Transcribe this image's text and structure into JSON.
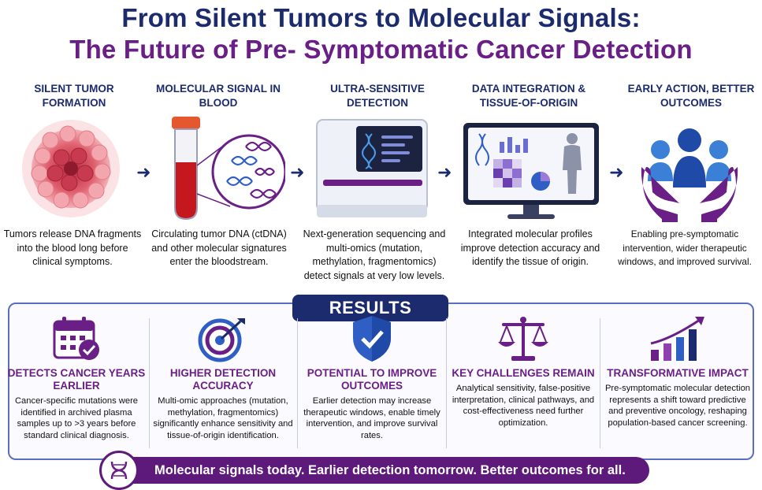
{
  "title": {
    "line1": "From Silent Tumors to Molecular Signals:",
    "line2": "The Future of Pre- Symptomatic Cancer Detection"
  },
  "stages": [
    {
      "heading": "SILENT TUMOR FORMATION",
      "icon": "tumor-cells-icon",
      "text": "Tumors release DNA fragments into the blood long before clinical symptoms."
    },
    {
      "heading": "MOLECULAR SIGNAL IN BLOOD",
      "icon": "blood-tube-dna-icon",
      "text": "Circulating tumor DNA (ctDNA) and other molecular signatures enter the bloodstream."
    },
    {
      "heading": "ULTRA-SENSITIVE DETECTION",
      "icon": "sequencer-icon",
      "text": "Next-generation sequencing and multi-omics (mutation, methylation, fragmentomics) detect signals at very low levels."
    },
    {
      "heading": "DATA INTEGRATION & TISSUE-OF-ORIGIN",
      "icon": "monitor-analytics-icon",
      "text": "Integrated molecular profiles improve detection accuracy and identify the tissue of origin."
    },
    {
      "heading": "EARLY ACTION, BETTER OUTCOMES",
      "icon": "people-hands-icon",
      "text": "Enabling pre-symptomatic intervention, wider therapeutic windows, and improved survival."
    }
  ],
  "results": {
    "label": "RESULTS",
    "items": [
      {
        "heading": "DETECTS CANCER YEARS EARLIER",
        "icon": "calendar-check-icon",
        "text": "Cancer-specific mutations were identified in archived plasma samples up to >3 years before standard clinical diagnosis."
      },
      {
        "heading": "HIGHER DETECTION ACCURACY",
        "icon": "target-icon",
        "text": "Multi-omic approaches (mutation, methylation, fragmentomics) significantly enhance sensitivity and tissue-of-origin identification."
      },
      {
        "heading": "POTENTIAL TO IMPROVE OUTCOMES",
        "icon": "shield-check-icon",
        "text": "Earlier detection may increase therapeutic windows, enable timely intervention, and improve survival rates."
      },
      {
        "heading": "KEY CHALLENGES REMAIN",
        "icon": "scales-icon",
        "text": "Analytical sensitivity, false-positive interpretation, clinical pathways, and cost-effectiveness need further optimization."
      },
      {
        "heading": "TRANSFORMATIVE IMPACT",
        "icon": "growth-chart-icon",
        "text": "Pre-symptomatic molecular detection represents a shift toward predictive and preventive oncology, reshaping population-based cancer screening."
      }
    ]
  },
  "footer": {
    "text": "Molecular signals today. Earlier detection tomorrow. Better outcomes for all.",
    "icon": "dna-icon"
  },
  "colors": {
    "navy": "#1c2b6e",
    "purple": "#6a1f86",
    "blue": "#2f5fc4"
  }
}
